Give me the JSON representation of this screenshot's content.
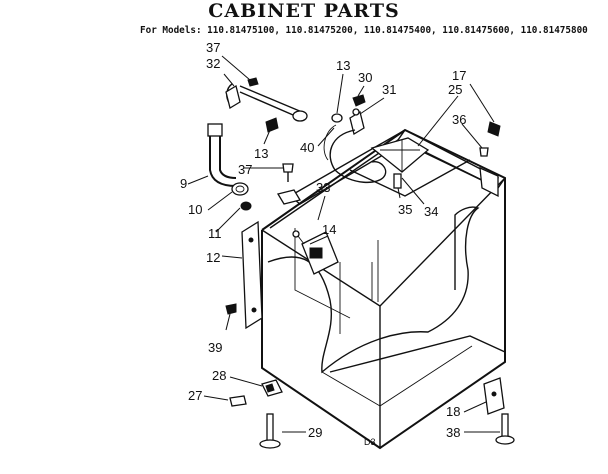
{
  "title": "CABINET PARTS",
  "models": "For Models: 110.81475100, 110.81475200, 110.81475400, 110.81475600, 110.81475800",
  "diagram_code": "D3",
  "callouts": [
    "37",
    "32",
    "13",
    "30",
    "31",
    "17",
    "25",
    "36",
    "40",
    "13",
    "37",
    "9",
    "33",
    "14",
    "35",
    "34",
    "10",
    "11",
    "12",
    "39",
    "28",
    "27",
    "18",
    "29",
    "38"
  ]
}
